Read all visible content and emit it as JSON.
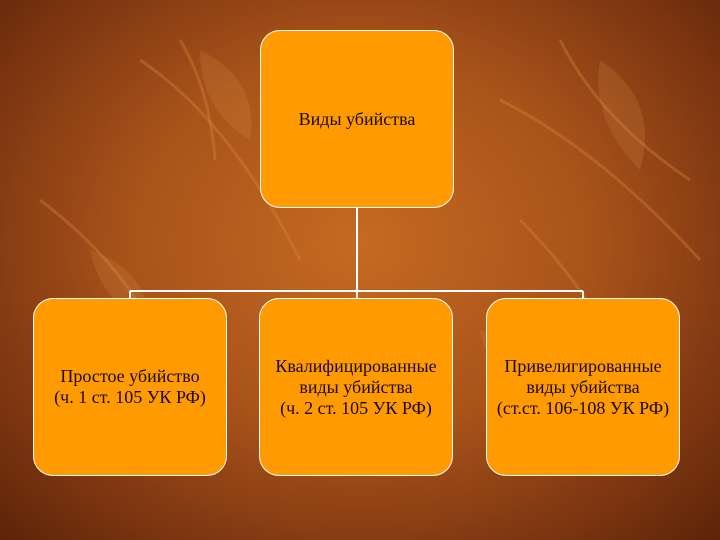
{
  "diagram": {
    "root": {
      "label": "Виды убийства"
    },
    "children": [
      {
        "lines": [
          "Простое убийство",
          "(ч. 1 ст. 105 УК РФ)"
        ]
      },
      {
        "lines": [
          "Квалифицированные",
          "виды убийства",
          "(ч. 2 ст. 105 УК РФ)"
        ]
      },
      {
        "lines": [
          "Привелигированные",
          "виды убийства",
          "(ст.ст. 106-108 УК РФ)"
        ]
      }
    ]
  },
  "colors": {
    "node_fill": "#ff9a00",
    "node_border": "#ffffff",
    "connector": "#ffffff",
    "background": "#a9531a"
  }
}
